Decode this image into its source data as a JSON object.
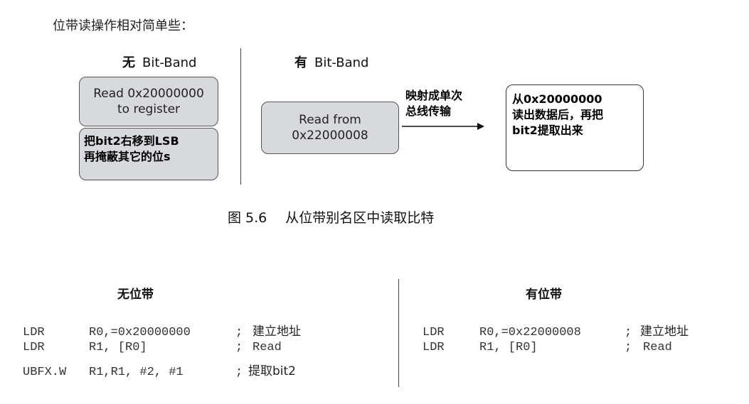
{
  "intro": "位带读操作相对简单些：",
  "diagram": {
    "left_header": {
      "bold": "无",
      "text": "Bit-Band"
    },
    "right_header": {
      "bold": "有",
      "text": "Bit-Band"
    },
    "left_box_top": "Read 0x20000000\nto register",
    "left_box_bottom": "把bit2右移到LSB\n再掩蔽其它的位s",
    "right_box_left": "Read from\n0x22000008",
    "arrow_label": "映射成单次\n总线传输",
    "right_box_right": "从0x20000000\n读出数据后，再把\nbit2提取出来"
  },
  "caption": {
    "number": "图 5.6",
    "text": "从位带别名区中读取比特"
  },
  "code": {
    "left_title": "无位带",
    "right_title": "有位带",
    "left_lines": [
      {
        "op": "LDR",
        "args": "R0,=0x20000000",
        "sep": ";",
        "comment": "建立地址"
      },
      {
        "op": "LDR",
        "args": "R1, [R0]",
        "sep": ";",
        "comment": "Read"
      },
      {
        "op": "UBFX.W",
        "args": "R1,R1, #2, #1",
        "sep": ";",
        "comment": "提取bit2"
      }
    ],
    "right_lines": [
      {
        "op": "LDR",
        "args": "R0,=0x22000008",
        "sep": ";",
        "comment": "建立地址"
      },
      {
        "op": "LDR",
        "args": "R1, [R0]",
        "sep": ";",
        "comment": "Read"
      }
    ]
  }
}
